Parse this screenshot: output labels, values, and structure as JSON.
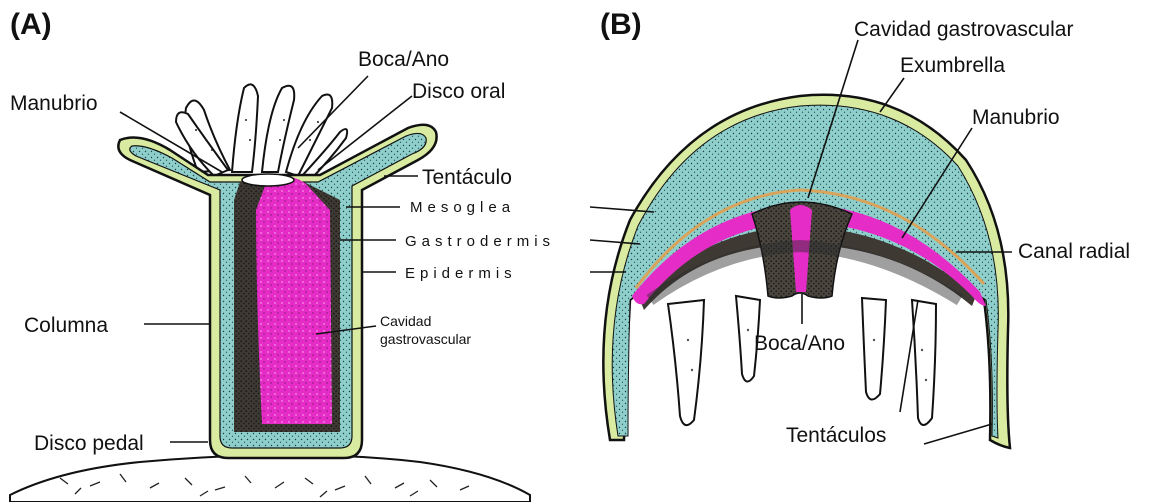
{
  "panel_a": {
    "tag": "(A)",
    "labels": {
      "manubrio": "Manubrio",
      "boca_ano": "Boca/Ano",
      "disco_oral": "Disco oral",
      "tentaculo": "Tentáculo",
      "mesoglea": "Mesoglea",
      "gastrodermis": "Gastrodermis",
      "epidermis": "Epidermis",
      "columna": "Columna",
      "cavidad_line1": "Cavidad",
      "cavidad_line2": "gastrovascular",
      "disco_pedal": "Disco pedal"
    }
  },
  "panel_b": {
    "tag": "(B)",
    "labels": {
      "cavidad_gastrovascular": "Cavidad gastrovascular",
      "exumbrella": "Exumbrella",
      "manubrio": "Manubrio",
      "canal_radial": "Canal radial",
      "boca_ano": "Boca/Ano",
      "tentaculos": "Tentáculos"
    }
  },
  "colors": {
    "epidermis": "#d9eba0",
    "mesoglea_blue": "#8fcfcb",
    "dark_tissue": "#3e3a33",
    "cavity": "#e62cc6",
    "outline": "#111111"
  }
}
